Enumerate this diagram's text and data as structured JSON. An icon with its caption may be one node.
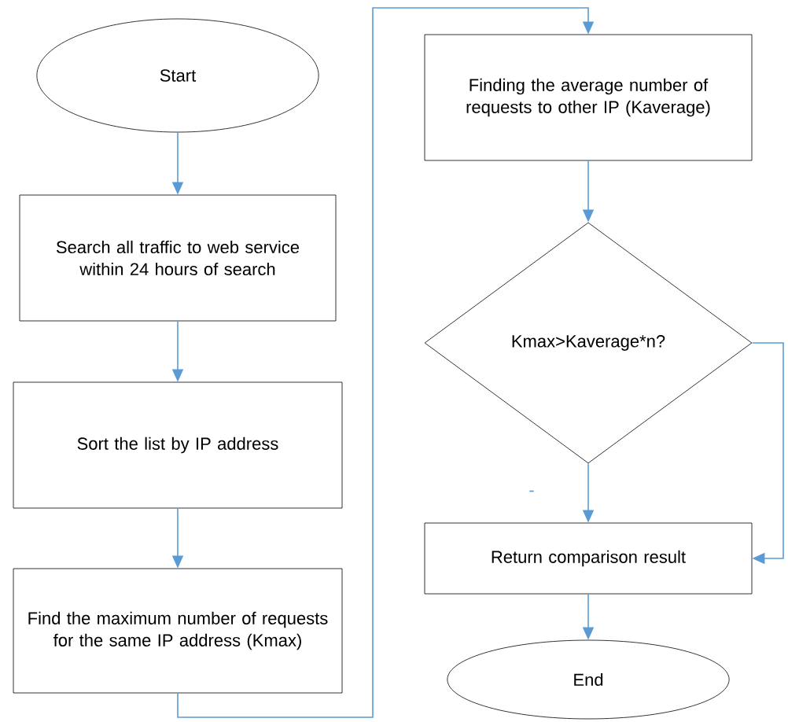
{
  "diagram": {
    "nodes": [
      {
        "text": [
          "Start"
        ]
      },
      {
        "text": [
          "Search all traffic to  web service within 24 hours of search"
        ]
      },
      {
        "text": [
          "Sort the list by IP address"
        ]
      },
      {
        "text": [
          "Find the maximum number of requests for the same IP address (Kmax)"
        ]
      },
      {
        "text": [
          "Finding the average number of requests  to other IP (Kaverage)"
        ]
      },
      {
        "text": [
          "Kmax>Kaverage*n?"
        ]
      },
      {
        "text": [
          "Return comparison result"
        ]
      },
      {
        "text": [
          "End"
        ]
      }
    ],
    "edges": [
      {
        "from": 0,
        "to": 1,
        "arrow": "to"
      },
      {
        "from": 1,
        "to": 2,
        "arrow": "to"
      },
      {
        "from": 2,
        "to": 3,
        "arrow": "to"
      },
      {
        "from": 3,
        "to": 4,
        "arrow": "to"
      },
      {
        "from": 4,
        "to": 5,
        "arrow": "to"
      },
      {
        "from": 5,
        "to": 6,
        "arrow": "to",
        "label": "-"
      },
      {
        "from": 5,
        "to": 6,
        "arrow": "to"
      },
      {
        "from": 6,
        "to": 7,
        "arrow": "to"
      }
    ]
  }
}
